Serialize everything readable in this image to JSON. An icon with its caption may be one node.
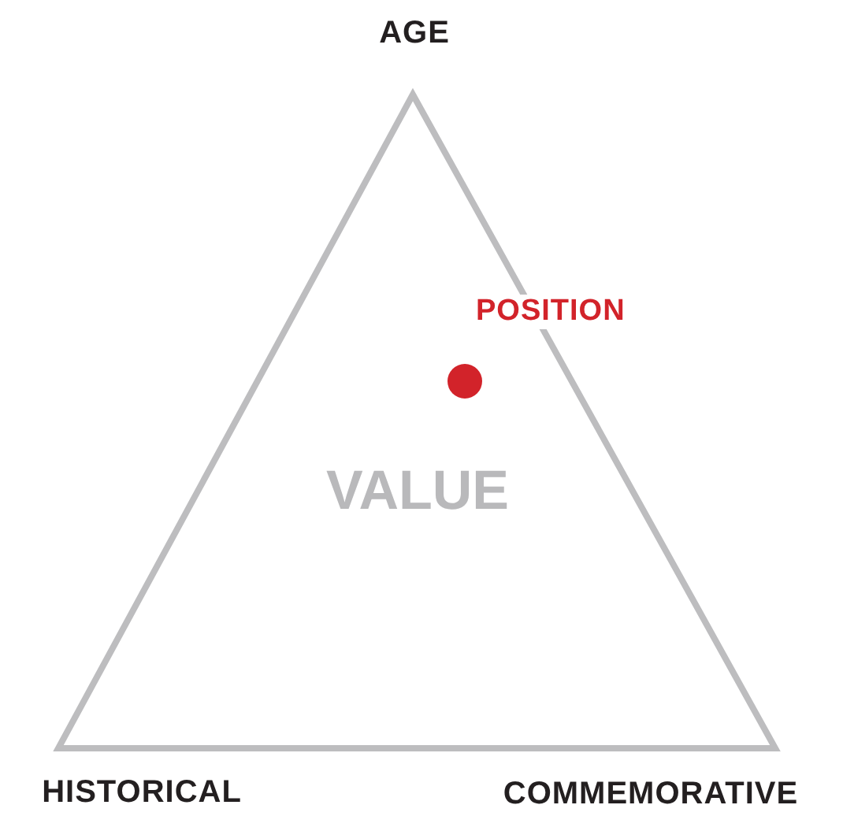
{
  "diagram": {
    "nodes": [
      {
        "text": [
          "VALUE"
        ]
      },
      {
        "text": [],
        "shape": "circle",
        "in": 0,
        "beside": [
          "POSITION"
        ]
      }
    ],
    "labels": [
      "AGE",
      "HISTORICAL",
      "COMMEMORATIVE"
    ]
  }
}
